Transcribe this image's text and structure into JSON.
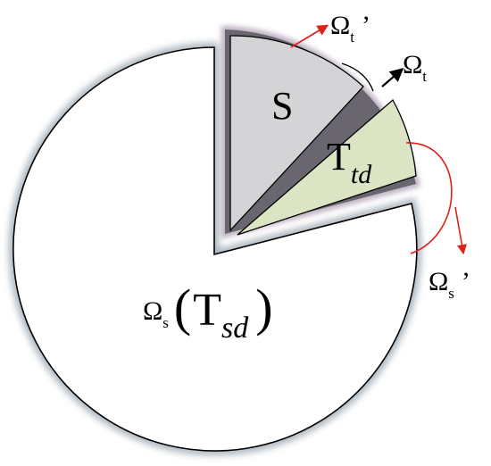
{
  "diagram": {
    "regions": {
      "source_domain": {
        "omega_symbol": "Ω",
        "omega_sub": "s",
        "paren_open": "(",
        "T": "T",
        "T_sub": "sd",
        "paren_close": ")"
      },
      "target_source": {
        "label": "S"
      },
      "target_domain": {
        "T": "T",
        "T_sub": "td"
      }
    },
    "annotations": {
      "omega_t_prime": {
        "omega": "Ω",
        "sub": "t",
        "prime": "’"
      },
      "omega_t": {
        "omega": "Ω",
        "sub": "t"
      },
      "omega_s_prime": {
        "omega": "Ω",
        "sub": "s",
        "prime": "’"
      }
    },
    "colors": {
      "outline": "#000000",
      "halo": "#8a9aa6",
      "sector_s_fill": "#d4d4d6",
      "sector_t_fill": "#dbe5c4",
      "wedge_border": "#6a6670",
      "arrow_red": "#e0201a",
      "arrow_black": "#000000"
    }
  }
}
